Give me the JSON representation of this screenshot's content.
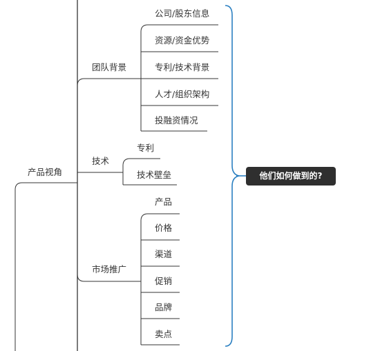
{
  "root": {
    "label": "产品视角"
  },
  "branches": [
    {
      "label": "团队背景",
      "children": [
        "公司/股东信息",
        "资源/资金优势",
        "专利/技术背景",
        "人才/组织架构",
        "投融资情况"
      ]
    },
    {
      "label": "技术",
      "children": [
        "专利",
        "技术壁垒"
      ]
    },
    {
      "label": "市场推广",
      "children": [
        "产品",
        "价格",
        "渠道",
        "促销",
        "品牌",
        "卖点"
      ]
    }
  ],
  "summary": {
    "label": "他们如何做到的?"
  },
  "colors": {
    "line": "#333333",
    "brace": "#2a7fc1",
    "callout_bg": "#2f2f2f"
  }
}
